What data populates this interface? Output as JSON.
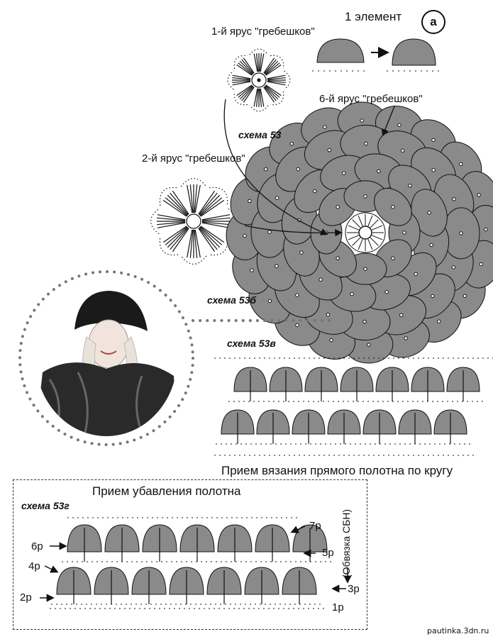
{
  "labels": {
    "element_title": "1 элемент",
    "badge": "a",
    "tier1": "1-й ярус \"гребешков\"",
    "tier6": "6-й ярус \"гребешков\"",
    "tier2": "2-й ярус \"гребешков\"",
    "scheme53": "схема 53",
    "scheme53b": "схема 53б",
    "scheme53v": "схема 53в",
    "scheme53g": "схема 53г",
    "caption_round": "Прием вязания прямого полотна по кругу",
    "caption_decrease": "Прием убавления полотна",
    "binding_note": "(Обвязка СБН)",
    "watermark": "pautinka.3dn.ru"
  },
  "rows": {
    "r1": "1р",
    "r2": "2р",
    "r3": "3р",
    "r4": "4р",
    "r5": "5р",
    "r6": "6р",
    "r7": "7р"
  },
  "colors": {
    "scallop_fill": "#8a8a8a",
    "line": "#111111"
  },
  "icons": [
    "arrow-right-icon",
    "arrow-left-icon",
    "arrow-down-icon",
    "flower-chart-icon",
    "woman-photo-icon"
  ]
}
